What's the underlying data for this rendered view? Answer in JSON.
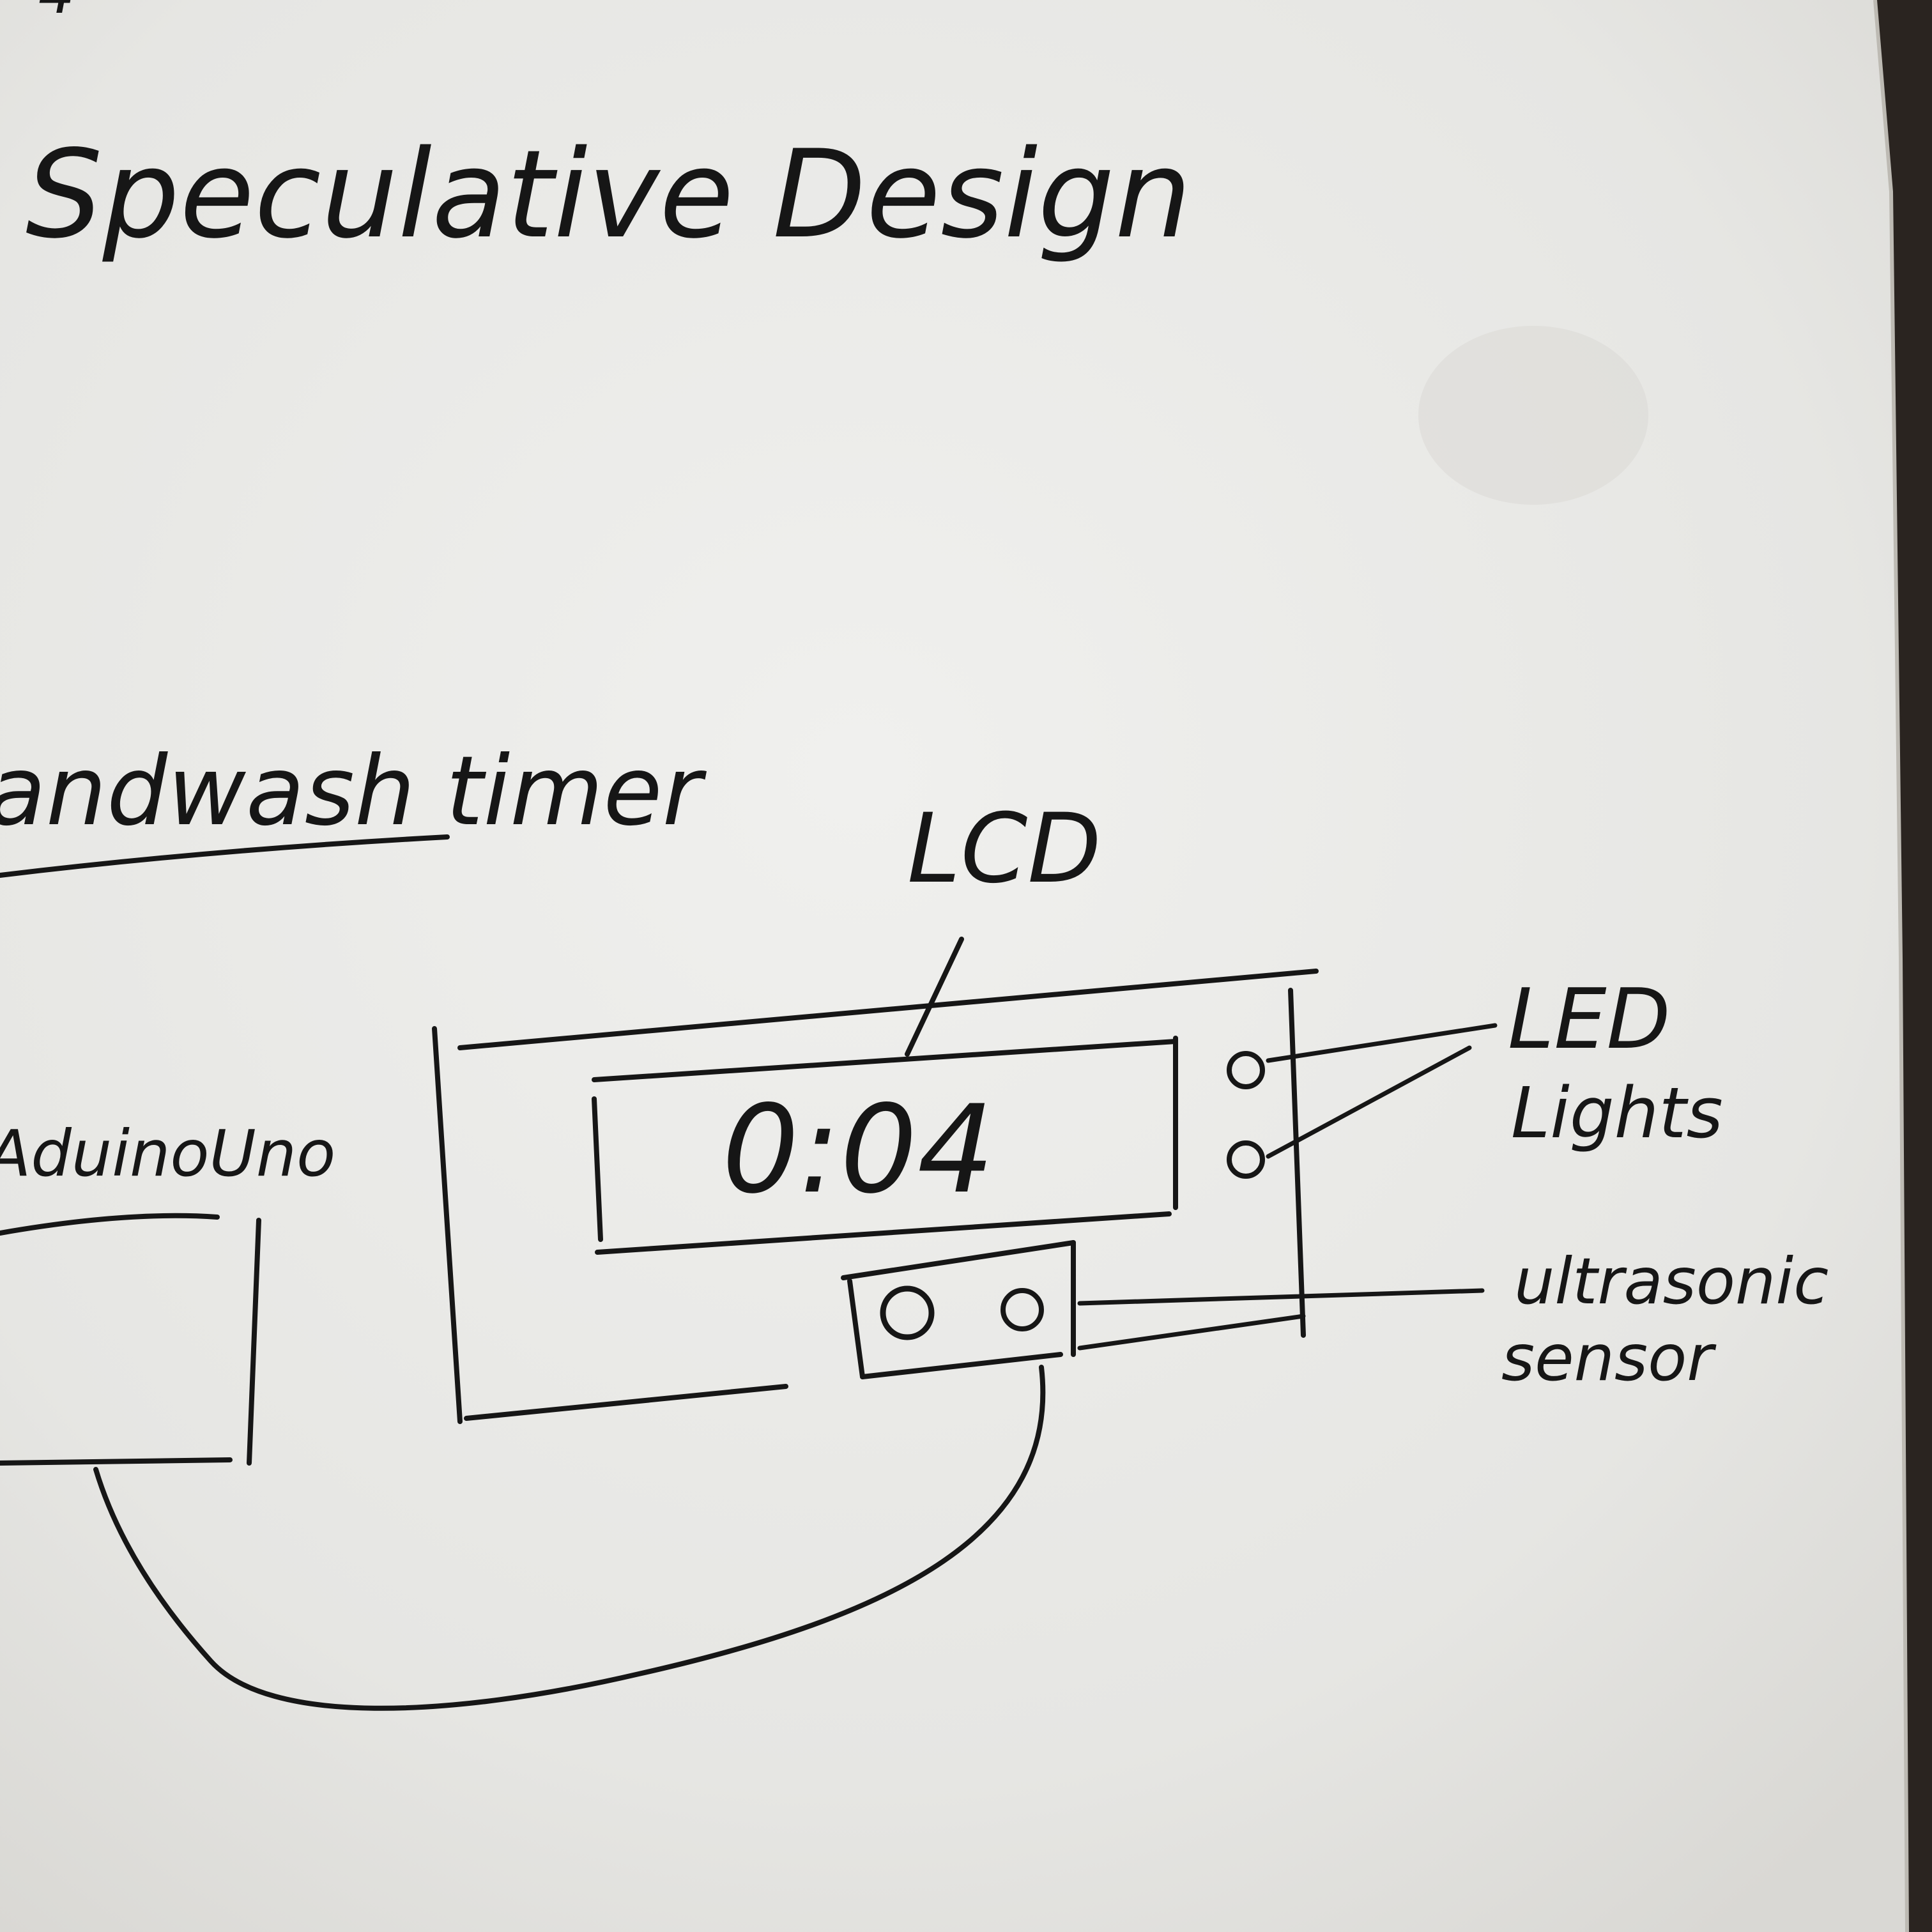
{
  "page": {
    "title_partial": "Speculative Design",
    "section_heading": "andwash timer",
    "top_scribble": "4"
  },
  "diagram": {
    "controller_label": "AduinoUno",
    "lcd_label": "LCD",
    "lcd_readout": "0:04",
    "led_label_line1": "LED",
    "led_label_line2": "Lights",
    "sensor_label_line1": "ultrasonic",
    "sensor_label_line2": "sensor"
  },
  "colors": {
    "paper": "#ececea",
    "ink": "#161616",
    "background": "#2a2420"
  }
}
